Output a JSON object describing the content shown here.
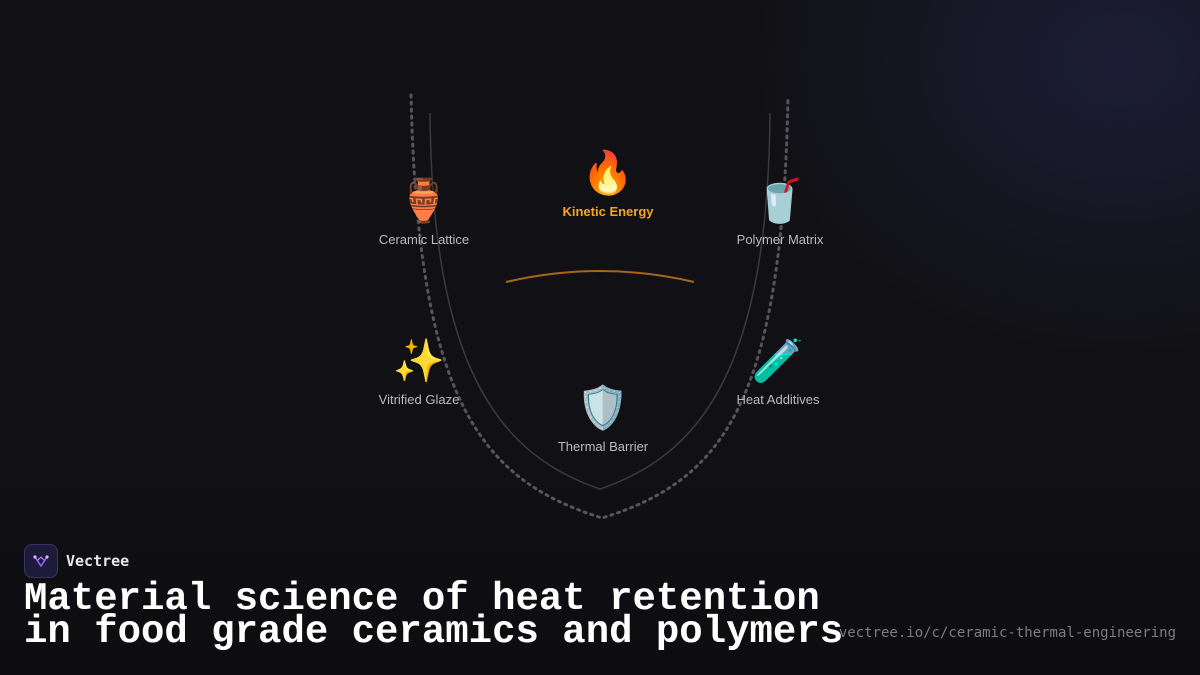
{
  "diagram": {
    "nodes": [
      {
        "id": "ceramic",
        "label": "Ceramic Lattice",
        "icon": "amphora-icon",
        "glyph": "🏺"
      },
      {
        "id": "kinetic",
        "label": "Kinetic Energy",
        "icon": "fire-icon",
        "glyph": "🔥",
        "highlight": true
      },
      {
        "id": "polymer",
        "label": "Polymer Matrix",
        "icon": "cup-with-straw-icon",
        "glyph": "🥤"
      },
      {
        "id": "glaze",
        "label": "Vitrified Glaze",
        "icon": "sparkles-icon",
        "glyph": "✨"
      },
      {
        "id": "barrier",
        "label": "Thermal Barrier",
        "icon": "shield-icon",
        "glyph": "🛡️"
      },
      {
        "id": "additives",
        "label": "Heat Additives",
        "icon": "test-tube-icon",
        "glyph": "🧪"
      }
    ],
    "colors": {
      "highlight_label": "#f5a623",
      "arc": "#a8651a",
      "outer_dotted_curve": "#55555c",
      "inner_curve": "#3a3a40"
    }
  },
  "brand": {
    "name": "Vectree",
    "logo_icon": "vectree-logo-icon"
  },
  "headline": "Material science of heat retention in food grade ceramics and polymers",
  "source_url": "vectree.io/c/ceramic-thermal-engineering"
}
